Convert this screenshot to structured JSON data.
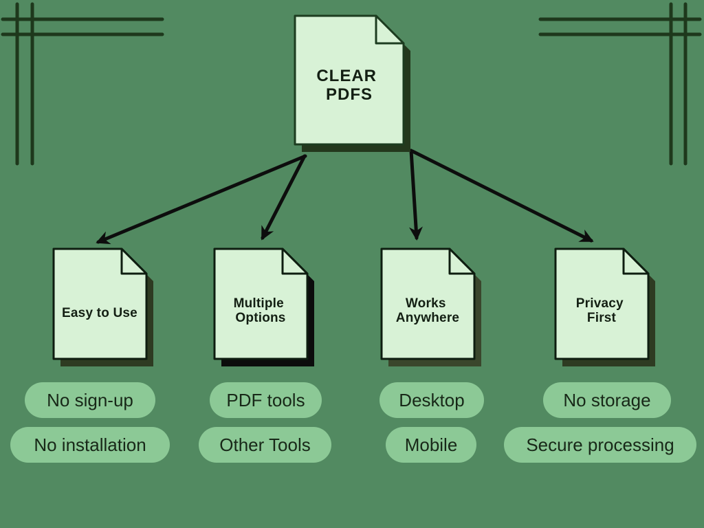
{
  "colors": {
    "background": "#528a61",
    "page_fill": "#d8f2d6",
    "pill_fill": "#8cc996",
    "decor_line": "#1e381c",
    "arrow": "#0d0d0d",
    "text_dark": "#131f13",
    "shadow_olive": "#2e3b22",
    "shadow_black": "#0c0c0c"
  },
  "root_document": {
    "title_line1": "CLEAR",
    "title_line2": "PDFS"
  },
  "features": [
    {
      "id": "easy-to-use",
      "title_line1": "Easy to Use",
      "title_line2": "",
      "pills": [
        "No sign-up",
        "No installation"
      ]
    },
    {
      "id": "multiple-options",
      "title_line1": "Multiple",
      "title_line2": "Options",
      "pills": [
        "PDF tools",
        "Other Tools"
      ]
    },
    {
      "id": "works-anywhere",
      "title_line1": "Works",
      "title_line2": "Anywhere",
      "pills": [
        "Desktop",
        "Mobile"
      ]
    },
    {
      "id": "privacy-first",
      "title_line1": "Privacy",
      "title_line2": "First",
      "pills": [
        "No storage",
        "Secure processing"
      ]
    }
  ]
}
